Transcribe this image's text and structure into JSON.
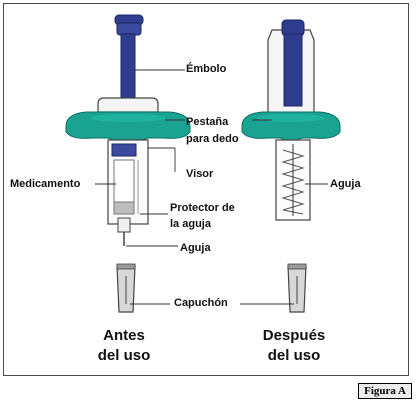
{
  "labels": {
    "plunger": "Émbolo",
    "finger_flange_1": "Pestaña",
    "finger_flange_2": "para dedo",
    "window": "Visor",
    "medicine": "Medicamento",
    "needle_guard_1": "Protector de",
    "needle_guard_2": "la aguja",
    "needle_left": "Aguja",
    "needle_right": "Aguja",
    "cap": "Capuchón"
  },
  "captions": {
    "before_1": "Antes",
    "before_2": "del uso",
    "after_1": "Después",
    "after_2": "del uso"
  },
  "figure_tag": "Figura A",
  "colors": {
    "plunger": "#2e3d8f",
    "flange": "#1aa391",
    "outline": "#444444"
  }
}
